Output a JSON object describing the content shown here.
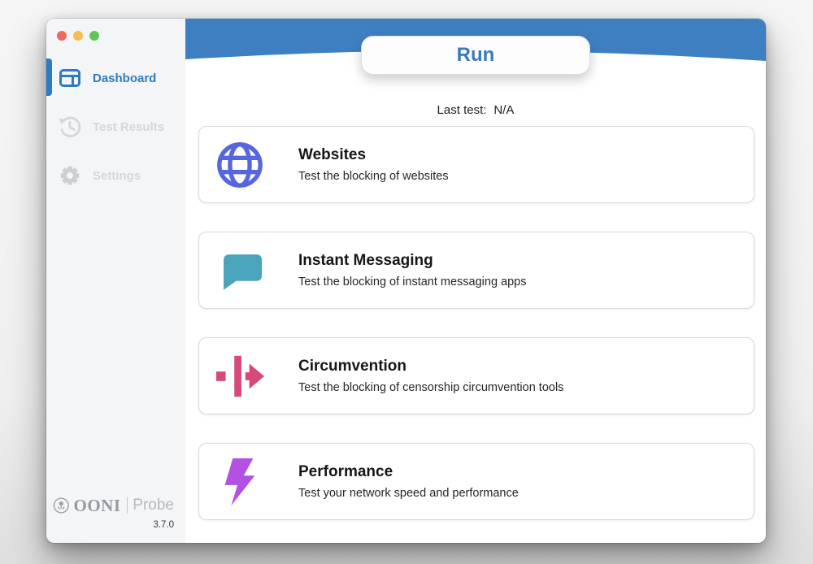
{
  "window": {
    "traffic_lights": [
      "close",
      "minimize",
      "zoom"
    ]
  },
  "sidebar": {
    "items": [
      {
        "label": "Dashboard",
        "icon": "dashboard-icon",
        "active": true
      },
      {
        "label": "Test Results",
        "icon": "history-icon",
        "active": false
      },
      {
        "label": "Settings",
        "icon": "gear-icon",
        "active": false
      }
    ],
    "logo": {
      "brand": "OONI",
      "product": "Probe"
    },
    "version": "3.7.0"
  },
  "header": {
    "run_label": "Run",
    "last_test_label": "Last test:",
    "last_test_value": "N/A"
  },
  "cards": [
    {
      "title": "Websites",
      "description": "Test the blocking of websites",
      "icon": "globe-icon"
    },
    {
      "title": "Instant Messaging",
      "description": "Test the blocking of instant messaging apps",
      "icon": "chat-bubble-icon"
    },
    {
      "title": "Circumvention",
      "description": "Test the blocking of censorship circumvention tools",
      "icon": "circumvention-arrow-icon"
    },
    {
      "title": "Performance",
      "description": "Test your network speed and performance",
      "icon": "lightning-bolt-icon"
    }
  ],
  "colors": {
    "header_blue": "#3e7fc2",
    "active_blue": "#2e7cbf",
    "run_text": "#3a7abc",
    "websites_icon": "#5566e0",
    "im_icon": "#4aa4bb",
    "circumvention_icon": "#d7497c",
    "performance_icon": "#b351e2",
    "inactive_gray": "#d3d7da"
  }
}
